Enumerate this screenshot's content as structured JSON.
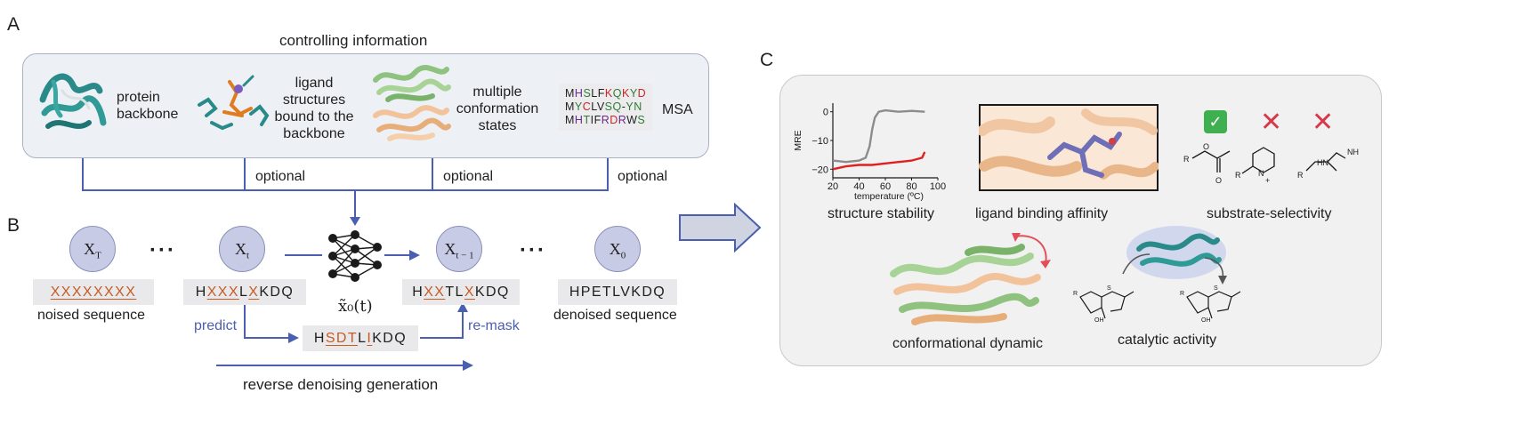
{
  "panel_a": {
    "letter": "A",
    "title": "controlling information",
    "items": [
      {
        "label_lines": [
          "protein",
          "backbone"
        ]
      },
      {
        "label_lines": [
          "ligand",
          "structures",
          "bound to the",
          "backbone"
        ]
      },
      {
        "label_lines": [
          "multiple",
          "conformation",
          "states"
        ]
      },
      {
        "label": "MSA"
      }
    ],
    "msa_rows": [
      [
        [
          "M",
          "#1f1f1f"
        ],
        [
          "H",
          "#6a2b8a"
        ],
        [
          "S",
          "#2e7d32"
        ],
        [
          "L",
          "#1f1f1f"
        ],
        [
          "F",
          "#1f1f1f"
        ],
        [
          "K",
          "#c62828"
        ],
        [
          "Q",
          "#2e7d32"
        ],
        [
          "K",
          "#c62828"
        ],
        [
          "Y",
          "#2e7d32"
        ],
        [
          "D",
          "#c62828"
        ]
      ],
      [
        [
          "M",
          "#1f1f1f"
        ],
        [
          "Y",
          "#2e7d32"
        ],
        [
          "C",
          "#c62828"
        ],
        [
          "L",
          "#1f1f1f"
        ],
        [
          "V",
          "#1f1f1f"
        ],
        [
          "S",
          "#2e7d32"
        ],
        [
          "Q",
          "#2e7d32"
        ],
        [
          "-",
          "#1f1f1f"
        ],
        [
          "Y",
          "#2e7d32"
        ],
        [
          "N",
          "#2e7d32"
        ]
      ],
      [
        [
          "M",
          "#1f1f1f"
        ],
        [
          "H",
          "#6a2b8a"
        ],
        [
          "T",
          "#2e7d32"
        ],
        [
          "I",
          "#1f1f1f"
        ],
        [
          "F",
          "#1f1f1f"
        ],
        [
          "R",
          "#6a2b8a"
        ],
        [
          "D",
          "#c62828"
        ],
        [
          "R",
          "#6a2b8a"
        ],
        [
          "W",
          "#1f1f1f"
        ],
        [
          "S",
          "#2e7d32"
        ]
      ]
    ],
    "optional_labels": [
      "optional",
      "optional",
      "optional"
    ]
  },
  "panel_b": {
    "letter": "B",
    "nodes": [
      {
        "base": "X",
        "sub": "T"
      },
      {
        "base": "X",
        "sub": "t"
      },
      {
        "base": "X",
        "sub": "t − 1"
      },
      {
        "base": "X",
        "sub": "0"
      }
    ],
    "ellipsis": "···",
    "sequences": {
      "noised": [
        [
          "XXXXXXXX",
          "m"
        ]
      ],
      "xt": [
        [
          "H",
          ""
        ],
        [
          "XXX",
          "m"
        ],
        [
          "L",
          ""
        ],
        [
          "X",
          "m"
        ],
        [
          "KDQ",
          ""
        ]
      ],
      "predicted": [
        [
          "H",
          ""
        ],
        [
          "SDT",
          "m"
        ],
        [
          "L",
          ""
        ],
        [
          "I",
          "m"
        ],
        [
          "KDQ",
          ""
        ]
      ],
      "xt1": [
        [
          "H",
          ""
        ],
        [
          "XX",
          "m"
        ],
        [
          "TL",
          ""
        ],
        [
          "X",
          "m"
        ],
        [
          "KDQ",
          ""
        ]
      ],
      "x0": [
        [
          "HPETLVKDQ",
          ""
        ]
      ]
    },
    "labels": {
      "noised": "noised sequence",
      "denoised": "denoised sequence",
      "predict": "predict",
      "remask": "re-mask",
      "x0_hat": "x̃₀(t)",
      "reverse": "reverse denoising generation"
    }
  },
  "panel_c": {
    "letter": "C",
    "labels": {
      "stability": "structure stability",
      "affinity": "ligand binding affinity",
      "selectivity": "substrate-selectivity",
      "conformational": "conformational dynamic",
      "catalytic": "catalytic activity"
    },
    "selectivity_marks": [
      "✓",
      "✕",
      "✕"
    ]
  },
  "chart_data": {
    "type": "line",
    "xlabel": "temperature (ºC)",
    "ylabel": "MRE",
    "xlim": [
      20,
      100
    ],
    "ylim": [
      -23,
      3
    ],
    "x_ticks": [
      20,
      40,
      60,
      80,
      100
    ],
    "y_ticks": [
      0,
      -10,
      -20
    ],
    "series": [
      {
        "color": "#8c8c8c",
        "x": [
          20,
          30,
          40,
          45,
          48,
          50,
          52,
          55,
          60,
          70,
          80,
          90
        ],
        "y": [
          -17,
          -17.5,
          -17,
          -16,
          -12,
          -6,
          -2,
          0,
          0.5,
          0,
          0.3,
          0
        ]
      },
      {
        "color": "#e02020",
        "x": [
          20,
          30,
          40,
          50,
          60,
          70,
          80,
          88,
          90
        ],
        "y": [
          -20,
          -19,
          -18.5,
          -18.5,
          -18,
          -17.5,
          -17,
          -16,
          -14
        ]
      }
    ]
  },
  "colors": {
    "accent_blue": "#4a5fb0",
    "mask_orange": "#c85a22",
    "teal": "#2a8a8a",
    "green": "#8ec27e",
    "peach": "#f2c39a"
  }
}
